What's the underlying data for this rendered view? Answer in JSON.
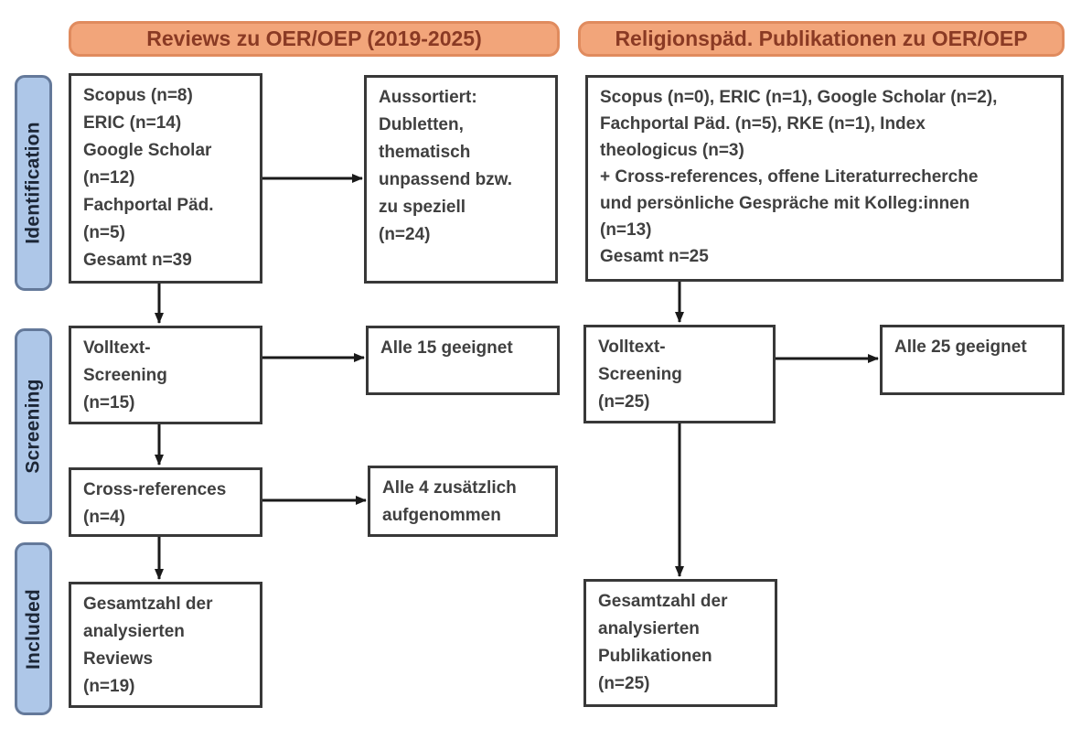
{
  "headers": {
    "left": "Reviews zu OER/OEP (2019-2025)",
    "right": "Religionspäd. Publikationen zu OER/OEP"
  },
  "stages": {
    "identification": "Identification",
    "screening": "Screening",
    "included": "Included"
  },
  "boxes": {
    "left_sources": "Scopus (n=8)\nERIC (n=14)\nGoogle Scholar\n(n=12)\nFachportal Päd.\n(n=5)\nGesamt n=39",
    "left_excluded": "Aussortiert:\nDubletten,\nthematisch\nunpassend bzw.\nzu speziell\n(n=24)",
    "left_fulltext": "Volltext-\nScreening\n(n=15)",
    "left_fulltext_result": "Alle 15 geeignet",
    "left_crossref": "Cross-references\n(n=4)",
    "left_crossref_result": "Alle 4 zusätzlich\naufgenommen",
    "left_included": "Gesamtzahl der\nanalysierten\nReviews\n(n=19)",
    "right_sources": "Scopus (n=0), ERIC (n=1), Google Scholar (n=2),\nFachportal Päd. (n=5), RKE (n=1), Index\ntheologicus (n=3)\n+ Cross-references, offene Literaturrecherche\nund persönliche Gespräche mit Kolleg:innen\n(n=13)\nGesamt n=25",
    "right_fulltext": "Volltext-\nScreening\n(n=25)",
    "right_fulltext_result": "Alle 25 geeignet",
    "right_included": "Gesamtzahl der\nanalysierten\nPublikationen\n(n=25)"
  },
  "colors": {
    "header_fill": "#f2a57a",
    "header_border": "#e08b5e",
    "header_text": "#8a3a24",
    "stage_fill": "#aec7e8",
    "stage_border": "#64799a",
    "stage_text": "#1c2636",
    "box_border": "#383838",
    "box_text": "#404040",
    "arrow": "#1a1a1a",
    "background": "#ffffff"
  }
}
